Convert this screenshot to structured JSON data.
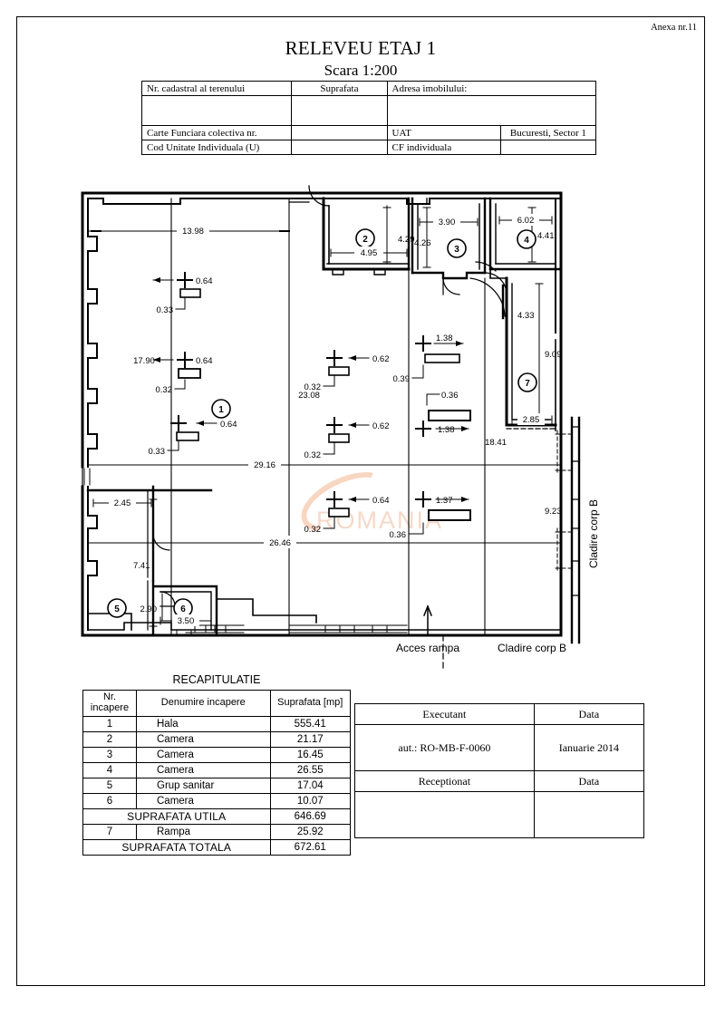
{
  "document": {
    "annex": "Anexa nr.11",
    "title": "RELEVEU ETAJ 1",
    "scale": "Scara 1:200"
  },
  "cadastral_table": {
    "row1": {
      "label_land_number": "Nr. cadastral al terenului",
      "label_area": "Suprafata",
      "label_address": "Adresa imobilului:"
    },
    "row2": {
      "value_land_number": "",
      "value_area": "",
      "value_address": ""
    },
    "row3": {
      "label_cf_collective": "Carte Funciara colectiva nr.",
      "value_cf_collective": "",
      "label_uat": "UAT",
      "value_uat": "Bucuresti, Sector 1"
    },
    "row4": {
      "label_unit_code": "Cod Unitate Individuala (U)",
      "value_unit_code": "",
      "label_cf_individual": "CF individuala",
      "value_cf_individual": ""
    }
  },
  "plan": {
    "watermark": "ROMANIA",
    "labels": {
      "acces_rampa": "Acces rampa",
      "cladire_corp_b_bottom": "Cladire corp B",
      "cladire_corp_b_right": "Cladire corp B"
    },
    "room_markers": [
      {
        "id": "1",
        "label": "1"
      },
      {
        "id": "2",
        "label": "2"
      },
      {
        "id": "3",
        "label": "3"
      },
      {
        "id": "4",
        "label": "4"
      },
      {
        "id": "5",
        "label": "5"
      },
      {
        "id": "6",
        "label": "6"
      },
      {
        "id": "7",
        "label": "7"
      }
    ],
    "dimensions": {
      "d_13_98": "13.98",
      "d_17_90": "17.90",
      "d_23_08": "23.08",
      "d_29_16": "29.16",
      "d_26_46": "26.46",
      "d_18_41": "18.41",
      "d_4_29": "4.29",
      "d_4_95": "4.95",
      "d_3_90": "3.90",
      "d_4_26": "4.26",
      "d_6_02": "6.02",
      "d_4_41": "4.41",
      "d_4_33": "4.33",
      "d_9_09": "9.09",
      "d_2_85": "2.85",
      "d_9_23": "9.23",
      "d_2_45": "2.45",
      "d_7_41": "7.41",
      "d_2_90": "2.90",
      "d_3_50": "3.50",
      "col_a_w": "0.64",
      "col_a_h": "0.33",
      "col_b_w": "0.64",
      "col_b_h": "0.32",
      "col_c_w": "0.64",
      "col_c_h": "0.33",
      "col_d_w": "0.62",
      "col_d_h": "0.32",
      "col_e_w": "0.62",
      "col_e_h": "0.32",
      "col_f_w": "0.64",
      "col_f_h": "0.32",
      "col_g_w": "1.38",
      "col_g_h": "0.39",
      "col_h_w": "1.38",
      "col_h_h": "0.36",
      "col_i_w": "1.37",
      "col_i_h": "0.36"
    }
  },
  "recapitulatie": {
    "title": "RECAPITULATIE",
    "headers": [
      "Nr. incapere",
      "Denumire incapere",
      "Suprafata [mp]"
    ],
    "header_nr_line1": "Nr.",
    "header_nr_line2": "incapere",
    "header_name": "Denumire incapere",
    "header_area": "Suprafata [mp]",
    "rows": [
      {
        "nr": "1",
        "name": "Hala",
        "area": "555.41"
      },
      {
        "nr": "2",
        "name": "Camera",
        "area": "21.17"
      },
      {
        "nr": "3",
        "name": "Camera",
        "area": "16.45"
      },
      {
        "nr": "4",
        "name": "Camera",
        "area": "26.55"
      },
      {
        "nr": "5",
        "name": "Grup sanitar",
        "area": "17.04"
      },
      {
        "nr": "6",
        "name": "Camera",
        "area": "10.07"
      }
    ],
    "subtotal": {
      "label": "SUPRAFATA UTILA",
      "area": "646.69"
    },
    "ramp_row": {
      "nr": "7",
      "name": "Rampa",
      "area": "25.92"
    },
    "total": {
      "label": "SUPRAFATA TOTALA",
      "area": "672.61"
    }
  },
  "executant_table": {
    "header_executant": "Executant",
    "header_data_1": "Data",
    "executant_value": "aut.: RO-MB-F-0060",
    "data_value": "Ianuarie 2014",
    "header_receptionat": "Receptionat",
    "header_data_2": "Data",
    "receptionat_value": "",
    "data_2_value": ""
  }
}
